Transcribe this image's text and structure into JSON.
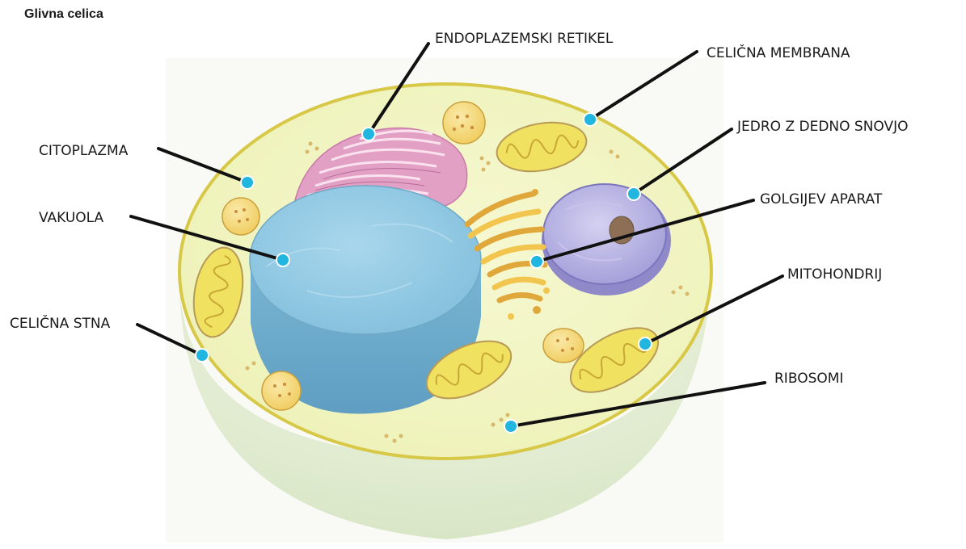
{
  "title": "Glivna celica",
  "labels": {
    "endoplazemski_retikel": "ENDOPLAZEMSKI RETIKEL",
    "celicna_membrana": "CELIČNA MEMBRANA",
    "jedro": "JEDRO Z DEDNO SNOVJO",
    "citoplazma": "CITOPLAZMA",
    "vakuola": "VAKUOLA",
    "golgijev_aparat": "GOLGIJEV APARAT",
    "mitohondrij": "MITOHONDRIJ",
    "celicna_stena": "CELIČNA STNA",
    "ribosomi": "RIBOSOMI"
  },
  "colors": {
    "leader": "#111111",
    "pointer": "#21b6e0",
    "cytoplasm": "#f3f6c6",
    "wall": "#d9c94a",
    "vacuole": "#8ec8e2",
    "nucleus": "#b8b4e4",
    "er": "#e3a3c6",
    "golgi": "#f0c24a",
    "mitochondria": "#f2e05a"
  }
}
